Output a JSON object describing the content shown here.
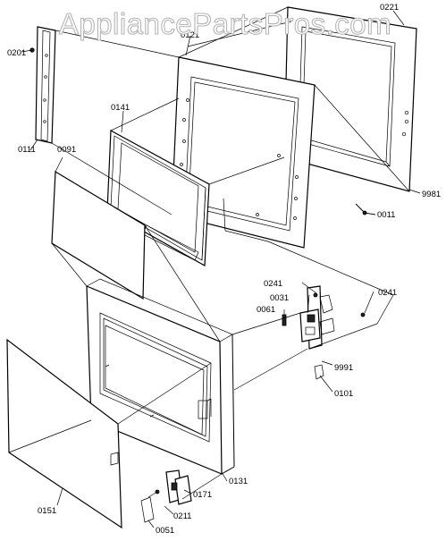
{
  "watermark": "AppliancePartsPros.com",
  "callouts": {
    "c0221": "0221",
    "c0121": "0121",
    "c0201": "0201",
    "c0141": "0141",
    "c0111": "0111",
    "c0091": "0091",
    "c9981": "9981",
    "c0011": "0011",
    "c0241a": "0241",
    "c0241b": "0241",
    "c0031": "0031",
    "c0061": "0061",
    "c9991": "9991",
    "c0101": "0101",
    "c0131": "0131",
    "c0171": "0171",
    "c0151": "0151",
    "c0211": "0211",
    "c0051": "0051"
  }
}
